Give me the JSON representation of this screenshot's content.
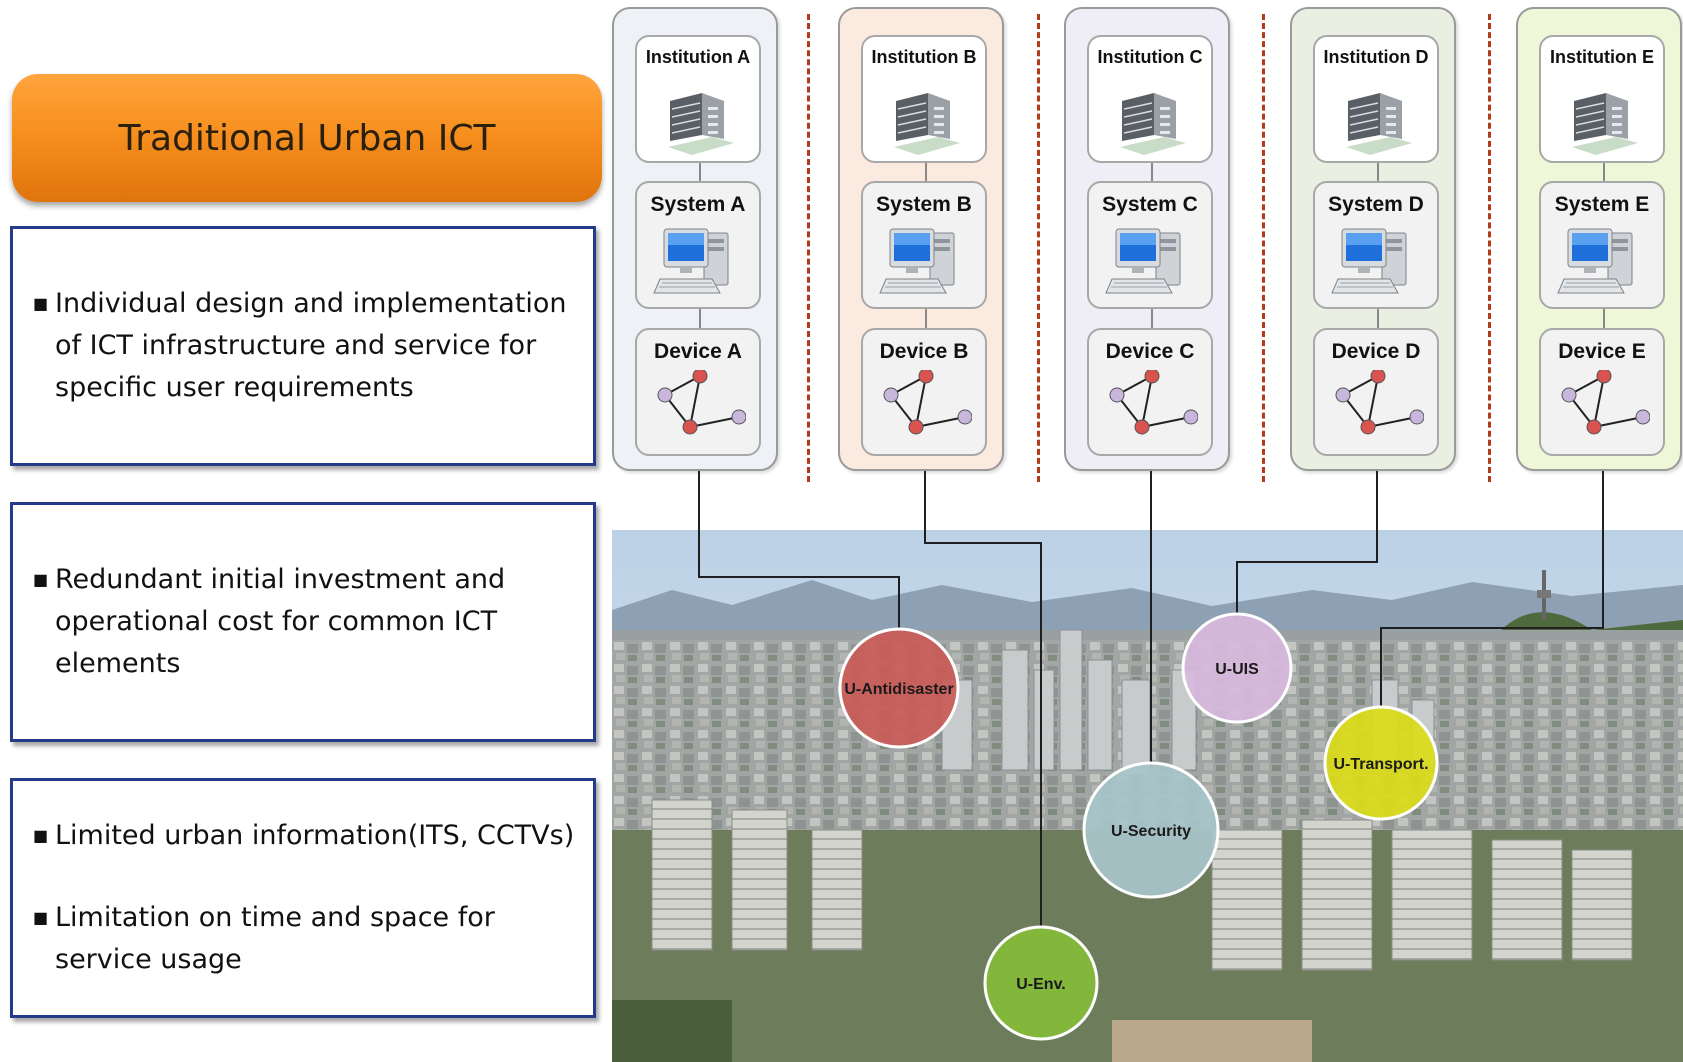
{
  "title": "Traditional Urban ICT",
  "boxes": [
    {
      "bullets": [
        "Individual design and implementation of ICT infrastructure and service for specific user requirements"
      ]
    },
    {
      "bullets": [
        "Redundant initial investment and operational cost for common ICT elements"
      ]
    },
    {
      "bullets": [
        "Limited urban information(ITS, CCTVs)",
        "Limitation on time and space for service usage"
      ]
    }
  ],
  "columns": [
    {
      "institution": "Institution A",
      "system": "System A",
      "device": "Device A",
      "bg": "#eef1f6"
    },
    {
      "institution": "Institution B",
      "system": "System B",
      "device": "Device B",
      "bg": "#fbeadf"
    },
    {
      "institution": "Institution C",
      "system": "System C",
      "device": "Device C",
      "bg": "#efedf6"
    },
    {
      "institution": "Institution D",
      "system": "System D",
      "device": "Device D",
      "bg": "#e9f0e2"
    },
    {
      "institution": "Institution E",
      "system": "System E",
      "device": "Device E",
      "bg": "#eff7d9"
    }
  ],
  "services": [
    {
      "label": "U-Antidisaster",
      "color": "#c95b57"
    },
    {
      "label": "U-Env.",
      "color": "#84bb3a"
    },
    {
      "label": "U-Security",
      "color": "#a7c4c9"
    },
    {
      "label": "U-UIS",
      "color": "#d7b9dd"
    },
    {
      "label": "U-Transport.",
      "color": "#dcdc1a"
    }
  ],
  "colors": {
    "title_orange": "#f7901f",
    "box_border": "#253b8a",
    "divider": "#b43a1c",
    "node_red": "#d9534f",
    "node_purple": "#c8b6dc"
  }
}
